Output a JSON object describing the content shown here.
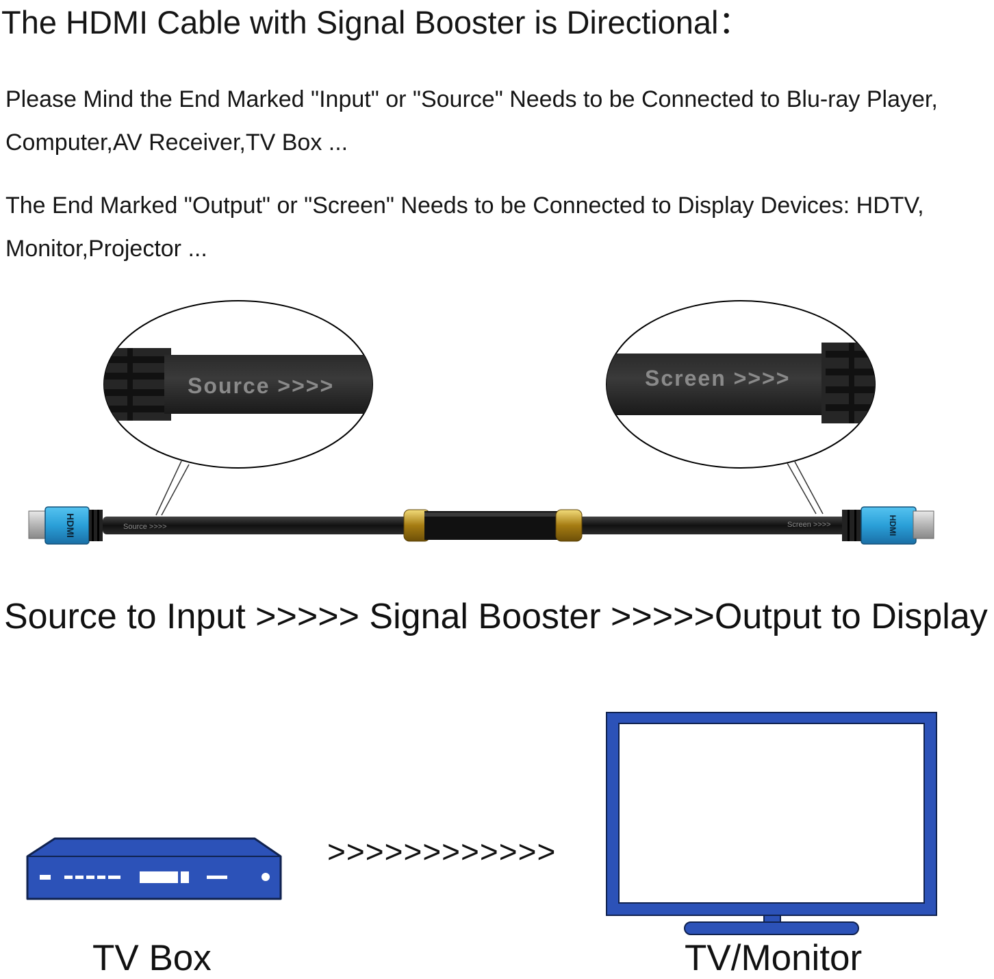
{
  "title": "The HDMI Cable with Signal Booster is Directional：",
  "paragraphs": [
    {
      "line1": "Please Mind the End Marked \"Input\" or \"Source\" Needs to be Connected to Blu-ray Player,",
      "line2": "Computer,AV Receiver,TV Box ..."
    },
    {
      "line1": "The End Marked \"Output\" or \"Screen\" Needs to be Connected to Display Devices:  HDTV,",
      "line2": "Monitor,Projector ..."
    }
  ],
  "cable": {
    "source_zoom_label": "Source  >>>>",
    "screen_zoom_label": "Screen  >>>>",
    "source_small_label": "Source >>>>",
    "screen_small_label": "Screen >>>>",
    "hdmi_logo_text": "HDMI",
    "colors": {
      "connector_blue": "#2a9fd8",
      "booster_gold": "#c9a227",
      "cable_black": "#1a1a1a"
    }
  },
  "flow_text": "Source to Input >>>>> Signal Booster >>>>>Output to Display",
  "diagram": {
    "arrows": ">>>>>>>>>>>>",
    "tvbox_label": "TV Box",
    "monitor_label": "TV/Monitor",
    "colors": {
      "device_blue": "#2c52b8",
      "device_outline": "#10224f"
    }
  }
}
